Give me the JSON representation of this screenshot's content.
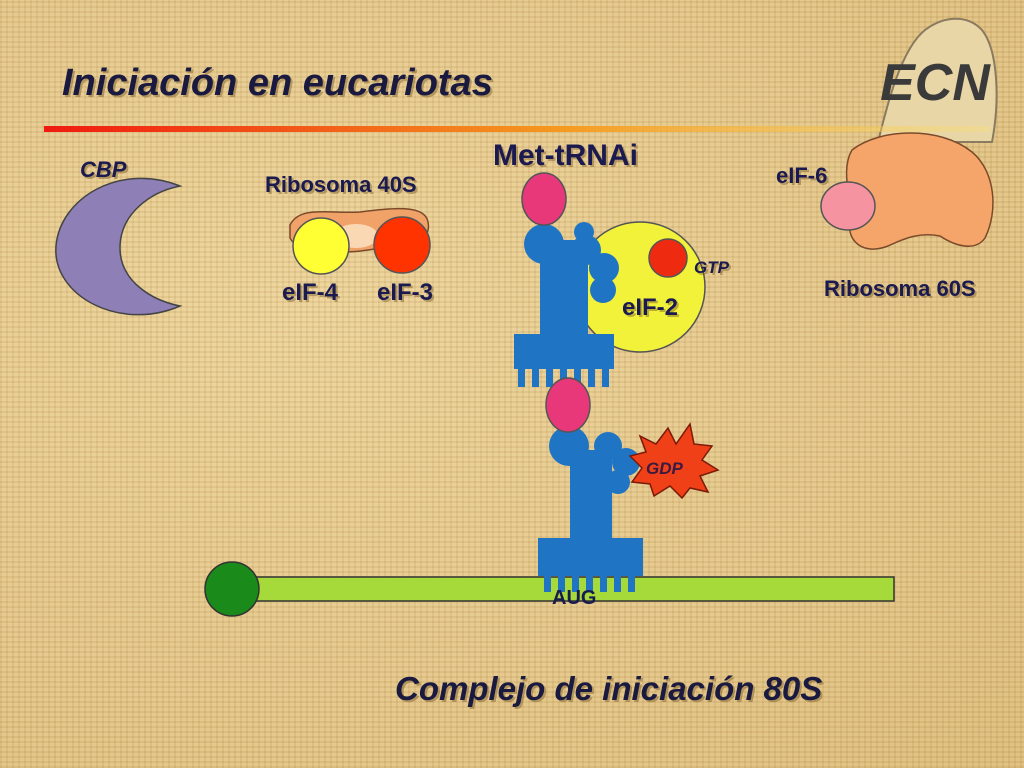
{
  "title": "Iniciación en eucariotas",
  "subtitle": "Complejo de iniciación 80S",
  "labels": {
    "cbp": "CBP",
    "ribosome_40s": "Ribosoma 40S",
    "eif4": "eIF-4",
    "eif3": "eIF-3",
    "met_trna": "Met-tRNAi",
    "gtp": "GTP",
    "eif2": "eIF-2",
    "eif6": "eIF-6",
    "ribosome_60s": "Ribosoma 60S",
    "gdp": "GDP",
    "aug": "AUG"
  },
  "colors": {
    "cbp": "#8e7fb6",
    "ribosome_40s": "#f0a268",
    "eif4": "#ffff33",
    "eif3": "#ff3300",
    "trna": "#1f75c4",
    "met": "#e8387a",
    "eif2": "#f2f23a",
    "gtp": "#ee2a10",
    "ribosome_60s": "#f6a56a",
    "eif6": "#f593a0",
    "gdp": "#f04018",
    "mrna": "#a6d93a",
    "cap": "#1a8a1a",
    "title_bar": "#f03020",
    "label_text": "#1a1a50"
  },
  "logo": "ECN"
}
